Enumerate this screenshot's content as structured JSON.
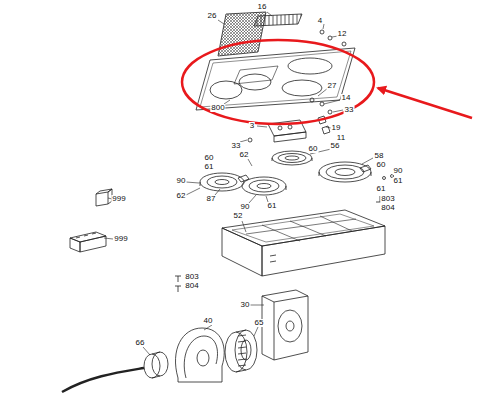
{
  "diagram": {
    "labels": [
      "26",
      "16",
      "4",
      "12",
      "800",
      "27",
      "14",
      "33",
      "3",
      "19",
      "11",
      "33",
      "60",
      "61",
      "62",
      "60",
      "56",
      "58",
      "60",
      "90",
      "61",
      "61",
      "803",
      "804",
      "90",
      "62",
      "87",
      "90",
      "61",
      "52",
      "999",
      "999",
      "803",
      "804",
      "30",
      "40",
      "65",
      "66"
    ]
  }
}
